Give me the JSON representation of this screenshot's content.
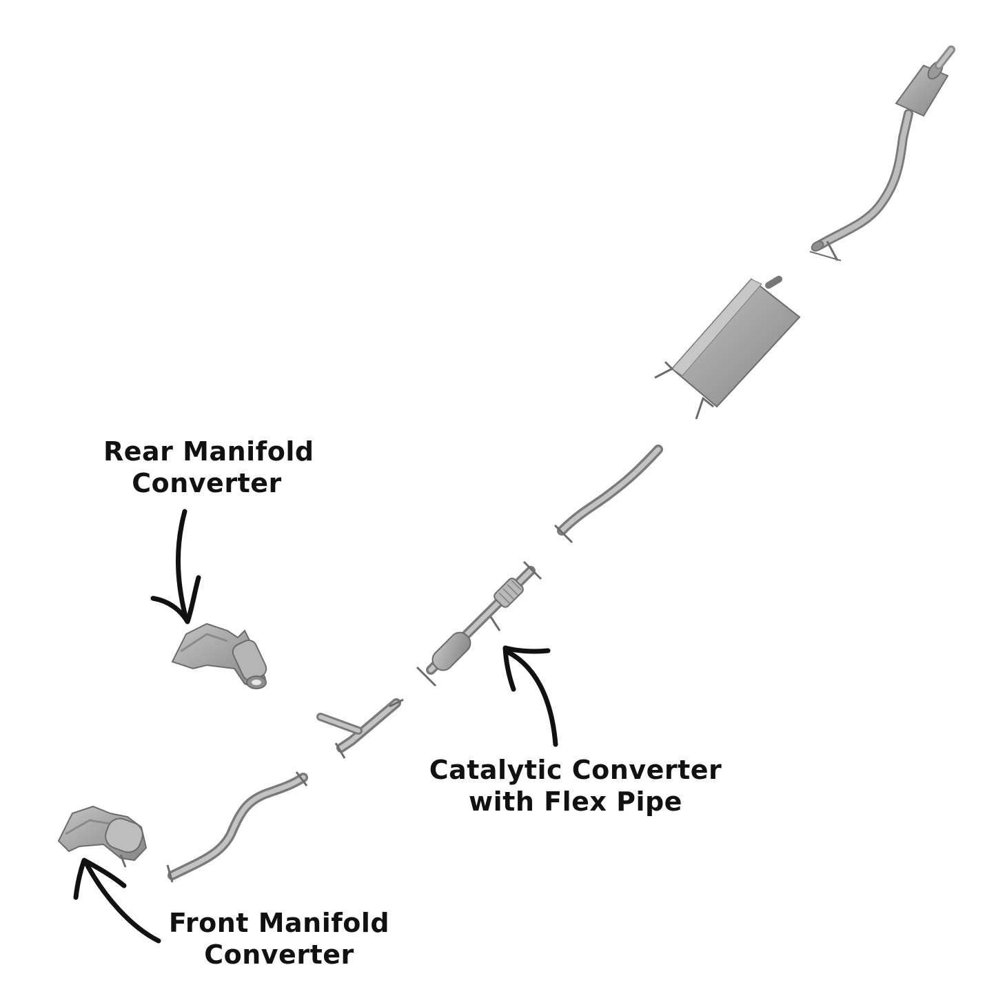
{
  "labels": {
    "rear_manifold": {
      "line1": "Rear Manifold",
      "line2": "Converter"
    },
    "catalytic": {
      "line1": "Catalytic Converter",
      "line2": "with Flex Pipe"
    },
    "front_manifold": {
      "line1": "Front Manifold",
      "line2": "Converter"
    }
  },
  "colors": {
    "background": "#ffffff",
    "part_fill": "#a9a9a9",
    "part_stroke": "#6e6e6e",
    "arrow": "#111111"
  }
}
